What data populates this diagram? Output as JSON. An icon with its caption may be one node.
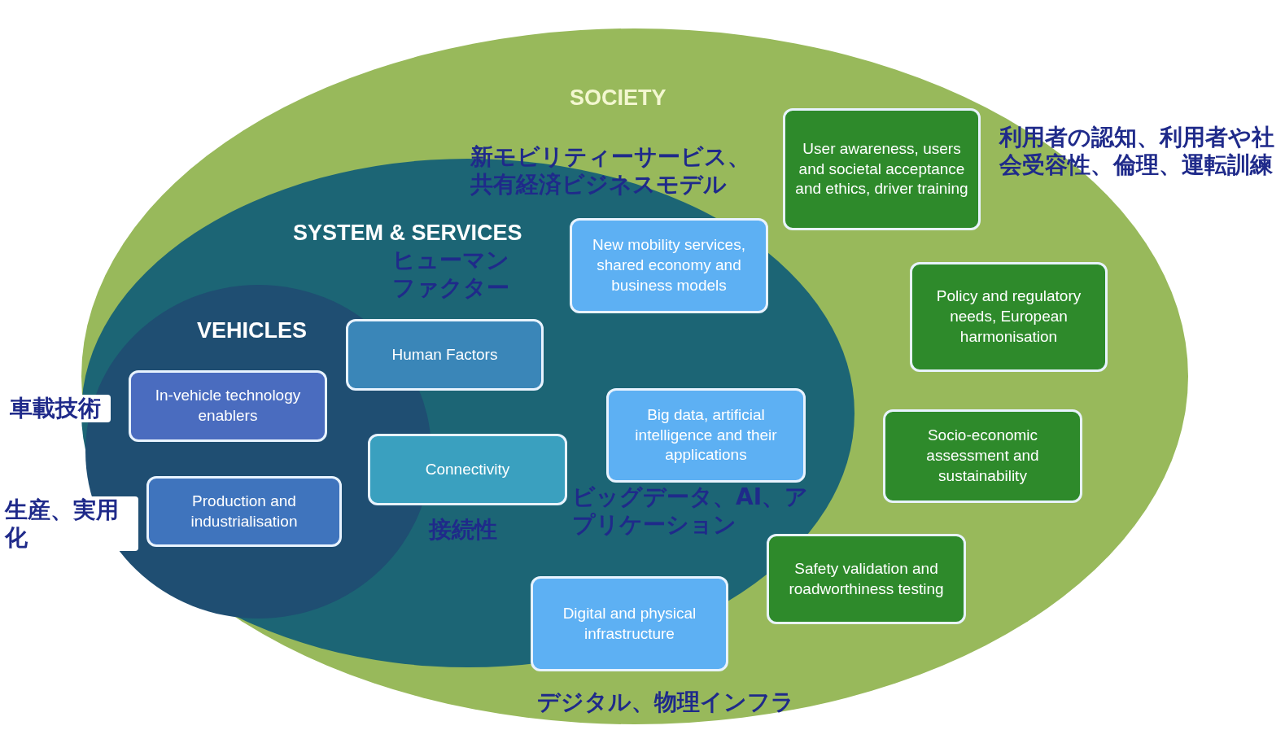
{
  "diagram": {
    "nodes": [
      {
        "text": [
          "SOCIETY"
        ]
      },
      {
        "text": [
          "SYSTEM & SERVICES"
        ],
        "in": 0
      },
      {
        "text": [
          "VEHICLES"
        ],
        "in": 1
      },
      {
        "text": [
          "In-vehicle technology enablers"
        ],
        "in": 2,
        "beside": [
          "車載技術"
        ]
      },
      {
        "text": [
          "Production and industrialisation"
        ],
        "in": 2,
        "beside": [
          "生産、実用化"
        ]
      },
      {
        "text": [
          "Human Factors"
        ],
        "in": 1,
        "beside": [
          "ヒューマンファクター"
        ]
      },
      {
        "text": [
          "Connectivity"
        ],
        "in": 1,
        "beside": [
          "接続性"
        ]
      },
      {
        "text": [
          "New mobility services, shared economy and business models"
        ],
        "in": 1,
        "beside": [
          "新モビリティーサービス、共有経済ビジネスモデル"
        ]
      },
      {
        "text": [
          "Big data, artificial intelligence and their applications"
        ],
        "in": 1,
        "beside": [
          "ビッグデータ、AI、アプリケーション"
        ]
      },
      {
        "text": [
          "Digital and physical infrastructure"
        ],
        "in": 1,
        "beside": [
          "デジタル、物理インフラ"
        ]
      },
      {
        "text": [
          "User awareness, users and societal acceptance and ethics, driver training"
        ],
        "in": 0,
        "beside": [
          "利用者の認知、利用者や社会受容性、倫理、運転訓練"
        ]
      },
      {
        "text": [
          "Policy and regulatory needs, European harmonisation"
        ],
        "in": 0
      },
      {
        "text": [
          "Socio-economic assessment and sustainability"
        ],
        "in": 0
      },
      {
        "text": [
          "Safety validation and roadworthiness testing"
        ],
        "in": 0
      }
    ]
  }
}
